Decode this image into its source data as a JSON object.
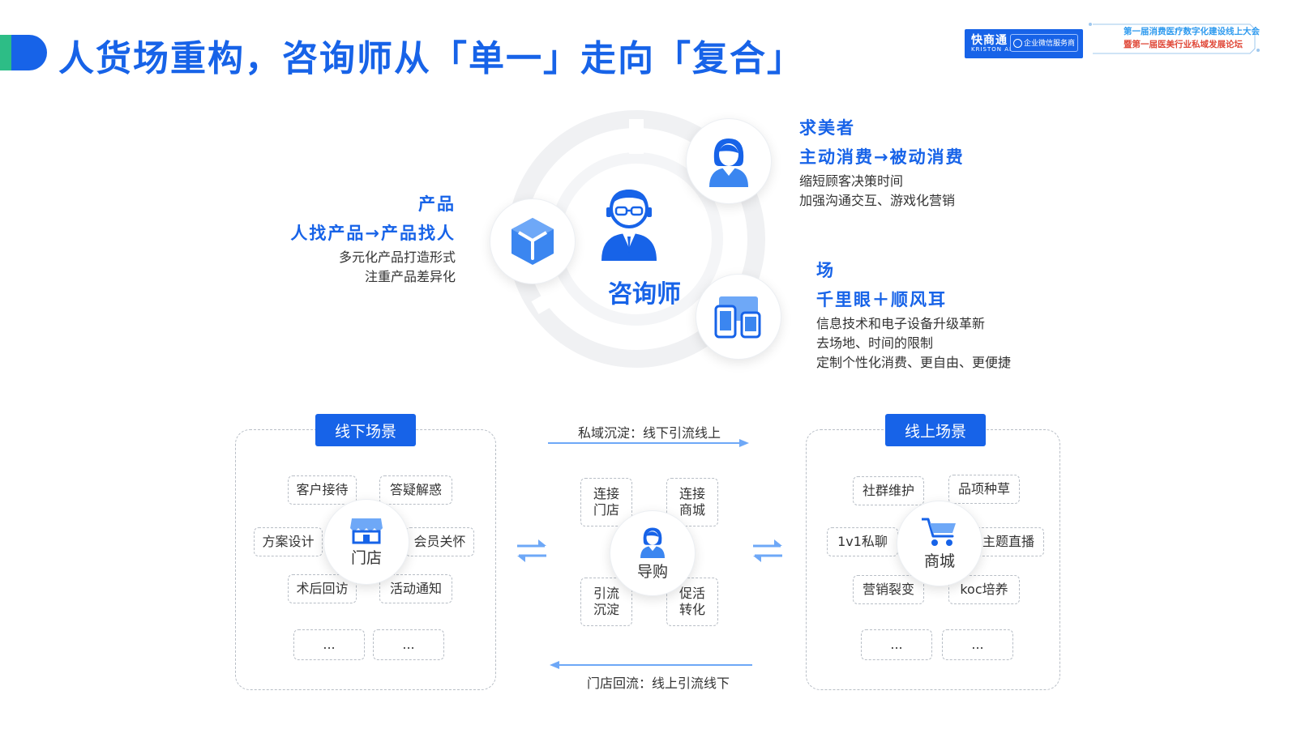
{
  "header": {
    "title": "人货场重构，咨询师从「单一」走向「复合」"
  },
  "logo": {
    "brand": "快商通",
    "brand_en": "KRISTON AI",
    "service": "企业微信服务商",
    "conference_line1": "第一届消费医疗数字化建设线上大会",
    "conference_line2": "暨第一届医美行业私域发展论坛"
  },
  "diagram": {
    "center": "咨询师",
    "product": {
      "heading": "产品",
      "subheading": "人找产品→产品找人",
      "lines": [
        "多元化产品打造形式",
        "注重产品差异化"
      ]
    },
    "consumer": {
      "heading": "求美者",
      "subheading": "主动消费→被动消费",
      "lines": [
        "缩短顾客决策时间",
        "加强沟通交互、游戏化营销"
      ]
    },
    "scene": {
      "heading": "场",
      "subheading": "千里眼＋顺风耳",
      "lines": [
        "信息技术和电子设备升级革新",
        "去场地、时间的限制",
        "定制个性化消费、更自由、更便捷"
      ]
    }
  },
  "offline": {
    "tag": "线下场景",
    "hub": "门店",
    "chips": [
      "客户接待",
      "答疑解惑",
      "方案设计",
      "会员关怀",
      "术后回访",
      "活动通知",
      "...",
      "..."
    ]
  },
  "guide": {
    "hub": "导购",
    "chips": [
      "连接\n门店",
      "连接\n商城",
      "引流\n沉淀",
      "促活\n转化"
    ],
    "top_flow": "私域沉淀：线下引流线上",
    "bottom_flow": "门店回流：线上引流线下"
  },
  "online": {
    "tag": "线上场景",
    "hub": "商城",
    "chips": [
      "社群维护",
      "品项种草",
      "1v1私聊",
      "主题直播",
      "营销裂变",
      "koc培养",
      "...",
      "..."
    ]
  },
  "colors": {
    "brand": "#1763e8",
    "accent_green": "#2dbd86",
    "dashed": "#b8bec6",
    "ring": "#f0f1f3"
  },
  "icons": {
    "product": "cube-icon",
    "consumer": "woman-avatar-icon",
    "scene": "devices-icon",
    "center": "consultant-avatar-icon",
    "offline_hub": "storefront-icon",
    "guide_hub": "woman-avatar-icon",
    "online_hub": "shopping-cart-icon"
  }
}
